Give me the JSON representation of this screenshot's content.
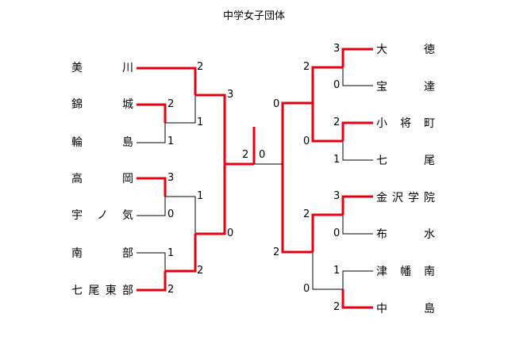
{
  "title": "中学女子団体",
  "colors": {
    "win": "#e60012",
    "line": "#000000"
  },
  "left_teams": [
    {
      "name": "美川",
      "score": "2"
    },
    {
      "name": "錦城",
      "score": "2"
    },
    {
      "name": "輪島",
      "score": "1"
    },
    {
      "name": "高岡",
      "score": "3"
    },
    {
      "name": "宇ノ気",
      "score": "0"
    },
    {
      "name": "南部",
      "score": "1"
    },
    {
      "name": "七尾東部",
      "score": "2"
    }
  ],
  "right_teams": [
    {
      "name": "大徳",
      "score": "3"
    },
    {
      "name": "宝達",
      "score": "0"
    },
    {
      "name": "小将町",
      "score": "2"
    },
    {
      "name": "七尾",
      "score": "1"
    },
    {
      "name": "金沢学院",
      "score": "3"
    },
    {
      "name": "布水",
      "score": "0"
    },
    {
      "name": "津幡南",
      "score": "1"
    },
    {
      "name": "中島",
      "score": "2"
    }
  ],
  "left_round2": {
    "upper": "1",
    "middle": "1",
    "lower": "2"
  },
  "left_round3": {
    "upper": "3",
    "lower": "0"
  },
  "right_round2": {
    "a": "2",
    "b": "0",
    "c": "2",
    "d": "0"
  },
  "right_round3": {
    "upper": "0",
    "lower": "2"
  },
  "final": {
    "left": "2",
    "right": "0"
  }
}
